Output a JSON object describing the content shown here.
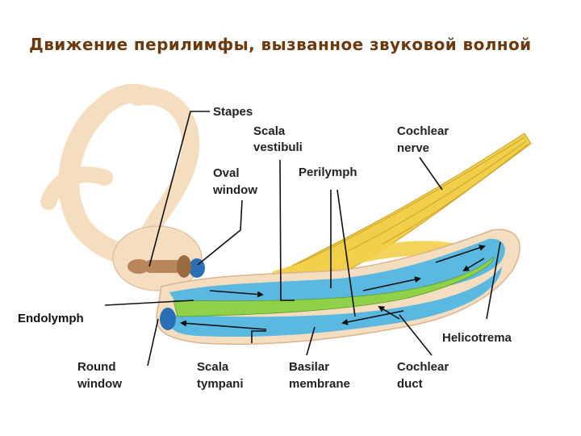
{
  "title": "Движение перилимфы, вызванное звуковой волной",
  "labels": {
    "stapes": "Stapes",
    "scala_vestibuli": [
      "Scala",
      "vestibuli"
    ],
    "cochlear_nerve": [
      "Cochlear",
      "nerve"
    ],
    "oval_window": [
      "Oval",
      "window"
    ],
    "perilymph": "Perilymph",
    "endolymph": "Endolymph",
    "helicotrema": "Helicotrema",
    "round_window": [
      "Round",
      "window"
    ],
    "scala_tympani": [
      "Scala",
      "tympani"
    ],
    "basilar_membrane": [
      "Basilar",
      "membrane"
    ],
    "cochlear_duct": [
      "Cochlear",
      "duct"
    ]
  },
  "colors": {
    "title": "#6b3a10",
    "bone": "#f5ddc0",
    "bone_edge": "#d9b48e",
    "perilymph": "#5bb8e0",
    "endolymph": "#8fd24a",
    "nerve": "#f2cf4a",
    "stapes": "#b8865a"
  }
}
